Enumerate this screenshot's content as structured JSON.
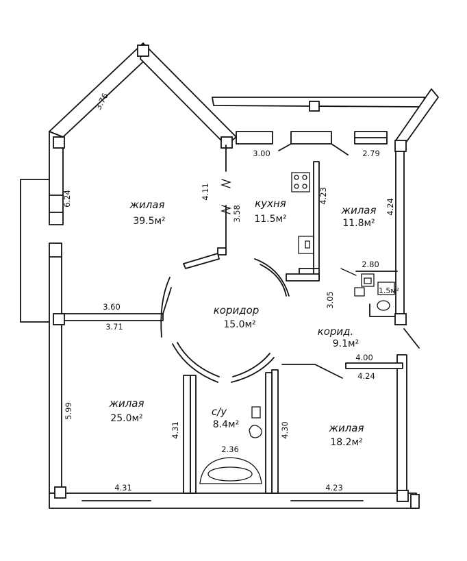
{
  "rooms": [
    {
      "name": "жилая",
      "area": "39.5м²"
    },
    {
      "name": "кухня",
      "area": "11.5м²"
    },
    {
      "name": "жилая",
      "area": "11.8м²"
    },
    {
      "name": "коридор",
      "area": "15.0м²"
    },
    {
      "name": "корид.",
      "area": "9.1м²"
    },
    {
      "name": "жилая",
      "area": "25.0м²"
    },
    {
      "name": "с/у",
      "area": "8.4м²"
    },
    {
      "name": "жилая",
      "area": "18.2м²"
    },
    {
      "name": "",
      "area": "1.5м²"
    }
  ],
  "dimensions": [
    "3.76",
    "6.24",
    "4.11",
    "3.58",
    "3.00",
    "4.23",
    "2.79",
    "4.24",
    "2.80",
    "3.05",
    "3.60",
    "3.71",
    "4.00",
    "4.24",
    "5.99",
    "4.31",
    "2.36",
    "4.30",
    "4.31",
    "4.23"
  ]
}
